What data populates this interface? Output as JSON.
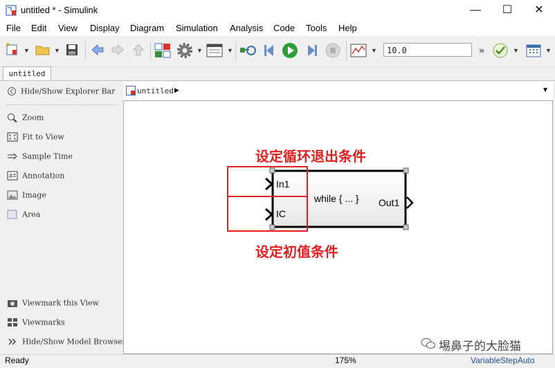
{
  "window": {
    "title": "untitled * - Simulink",
    "min_label": "—",
    "max_label": "☐",
    "close_label": "✕"
  },
  "menu": [
    "File",
    "Edit",
    "View",
    "Display",
    "Diagram",
    "Simulation",
    "Analysis",
    "Code",
    "Tools",
    "Help"
  ],
  "toolbar": {
    "stop_time": "10.0",
    "more_label": "»"
  },
  "tab": {
    "label": "untitled"
  },
  "left_panel": {
    "explorer_toggle": "Hide/Show Explorer Bar",
    "tools": [
      "Zoom",
      "Fit to View",
      "Sample Time",
      "Annotation",
      "Image",
      "Area"
    ],
    "bottom": [
      "Viewmark this View",
      "Viewmarks",
      "Hide/Show Model Browser"
    ]
  },
  "breadcrumb": {
    "model": "untitled"
  },
  "block": {
    "label": "while { ... }",
    "in1": "In1",
    "ic": "IC",
    "out1": "Out1"
  },
  "annotations": {
    "top": "设定循环退出条件",
    "bottom": "设定初值条件"
  },
  "watermark": "埸鼻子的大脸猫",
  "status": {
    "left": "Ready",
    "zoom": "175%",
    "solver": "VariableStepAuto"
  },
  "colors": {
    "annotation_red": "#e02020",
    "solver_blue": "#1f4e9a",
    "run_green": "#2e9e3a"
  }
}
